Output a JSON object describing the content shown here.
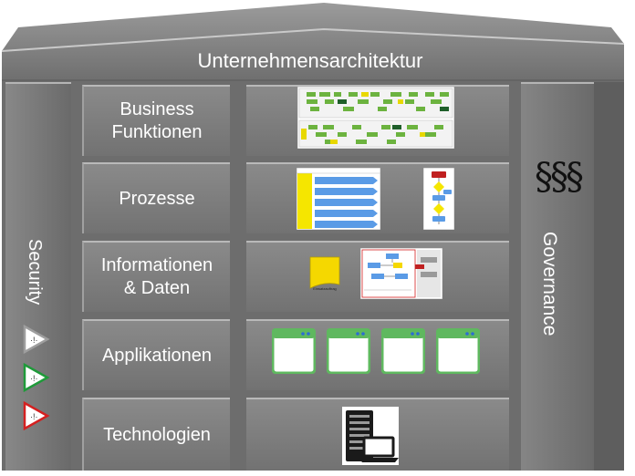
{
  "roof_title": "Unternehmensarchitektur",
  "layers": [
    {
      "line1": "Business",
      "line2": "Funktionen"
    },
    {
      "line1": "Prozesse",
      "line2": ""
    },
    {
      "line1": "Informationen",
      "line2": "& Daten"
    },
    {
      "line1": "Applikationen",
      "line2": ""
    },
    {
      "line1": "Technologien",
      "line2": ""
    }
  ],
  "left_pillar": {
    "label": "Security"
  },
  "right_pillar": {
    "symbol": "§§§",
    "label": "Governance"
  },
  "data_note": "Einsatzauftrag",
  "warning_icons": [
    {
      "name": "grey-warning-icon",
      "color": "#9e9e9e"
    },
    {
      "name": "green-warning-icon",
      "color": "#1f9a3a"
    },
    {
      "name": "red-warning-icon",
      "color": "#d42020"
    }
  ],
  "colors": {
    "building": "#7a7a7a",
    "window_green": "#5fb85f",
    "process_blue": "#4a8fe0",
    "note_yellow": "#f5d800"
  }
}
